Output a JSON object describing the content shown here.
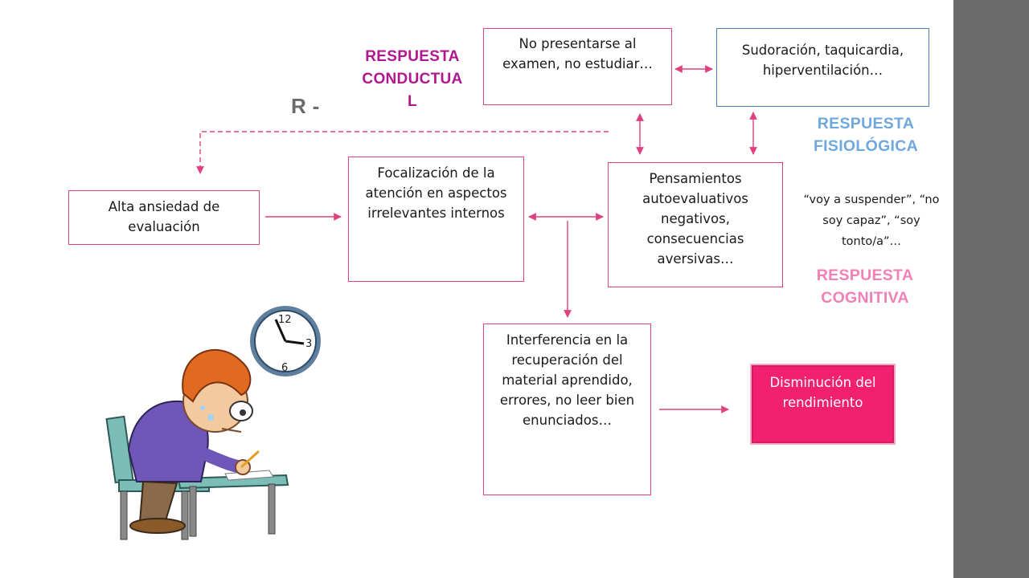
{
  "boxes": {
    "avoidance": "No presentarse al examen, no estudiar…",
    "physiological": "Sudoración, taquicardia, hiperventilación…",
    "high_anxiety": "Alta ansiedad de evaluación",
    "focus": "Focalización de la atención en aspectos irrelevantes internos",
    "thoughts": "Pensamientos autoevaluativos negativos, consecuencias aversivas…",
    "interference": "Interferencia en la recuperación del material aprendido, errores, no leer bien enunciados…",
    "performance": "Disminución del rendimiento"
  },
  "labels": {
    "behavioral_line1": "RESPUESTA",
    "behavioral_line2": "CONDUCTUA",
    "behavioral_line3": "L",
    "reinforcement": "R -",
    "physiological_line1": "RESPUESTA",
    "physiological_line2": "FISIOLÓGICA",
    "cognitive_line1": "RESPUESTA",
    "cognitive_line2": "COGNITIVA"
  },
  "quote": {
    "line1": "“voy a suspender”, “no",
    "line2": "soy capaz”, “soy",
    "line3": "tonto/a”…"
  },
  "colors": {
    "arrow": "#e0407f",
    "behavioral": "#b0178f",
    "physiological": "#6fa8dc",
    "cognitive": "#f27fb5",
    "reinforcement": "#6b6b6b",
    "performance_fill": "#f2216f",
    "sidebar": "#6b6b6b"
  },
  "illustration": {
    "subject": "stressed student writing an exam",
    "clock_numbers": [
      "12",
      "3",
      "6"
    ]
  }
}
